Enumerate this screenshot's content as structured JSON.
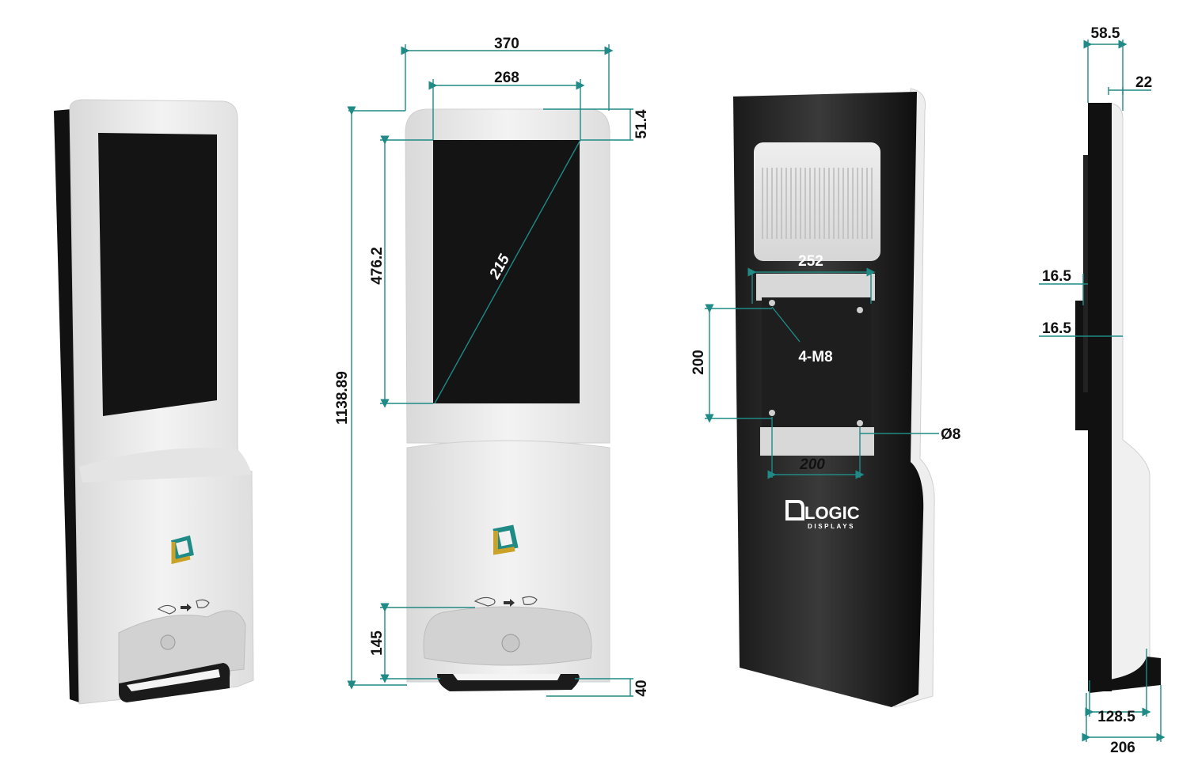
{
  "colors": {
    "dimension_line": "#1f8a86",
    "body_white": "#ececec",
    "screen_black": "#141414",
    "back_black": "#111111",
    "logo_teal": "#1f8a86",
    "logo_gold": "#c9a227"
  },
  "front_view": {
    "width_overall": "370",
    "width_screen": "268",
    "top_margin": "51.4",
    "screen_height": "476.2",
    "screen_diagonal": "215",
    "total_height": "1138.89",
    "tray_height": "145",
    "base_height": "40"
  },
  "back_view": {
    "vesa_width_top": "252",
    "vesa_height": "200",
    "screws": "4-M8",
    "hole_diameter": "Ø8",
    "vesa_width_bottom": "200",
    "brand_name": "LOGIC",
    "brand_sub": "DISPLAYS"
  },
  "side_view": {
    "top_depth": "58.5",
    "top_offset": "22",
    "bracket_a": "16.5",
    "bracket_b": "16.5",
    "base_inner": "128.5",
    "base_overall": "206"
  }
}
